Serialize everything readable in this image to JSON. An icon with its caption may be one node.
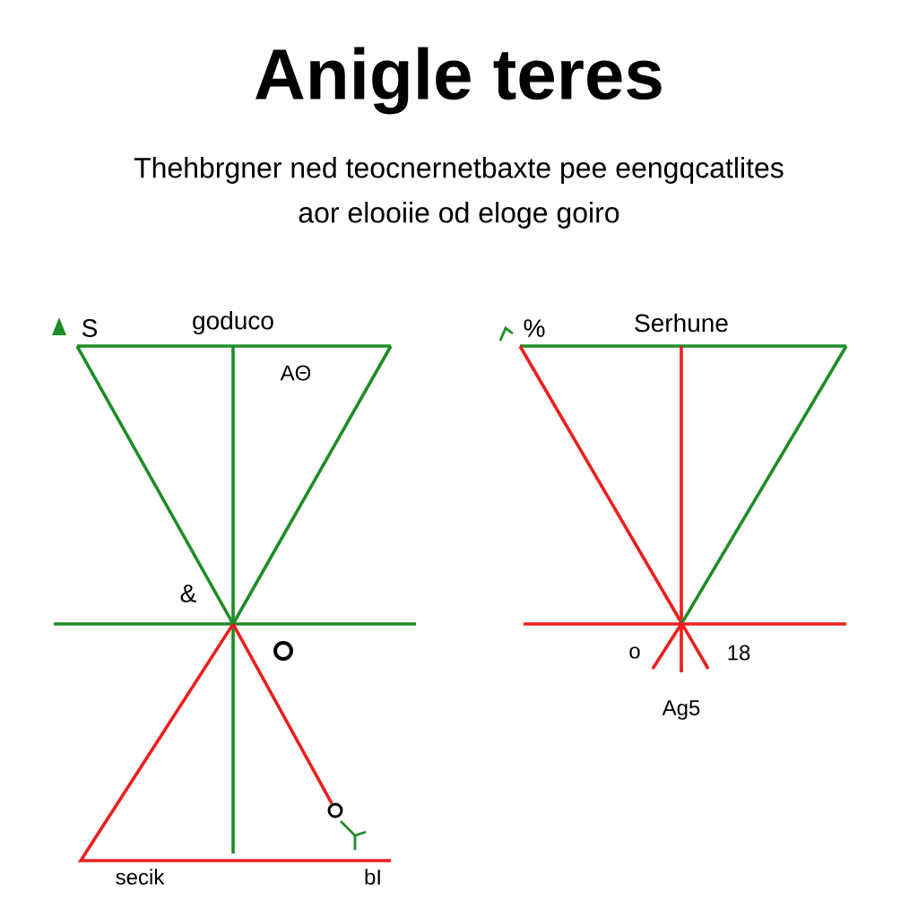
{
  "diagram": {
    "title": "Anigle teres",
    "labels": [
      "Thehbrgner ned teocnernetbaxte pee eengqcatlites",
      "aor elooiie od eloge goiro",
      "S",
      "goduco",
      "AΘ",
      "&",
      "secik",
      "bI",
      "%",
      "Serhune",
      "o",
      "18",
      "Ag5"
    ]
  }
}
